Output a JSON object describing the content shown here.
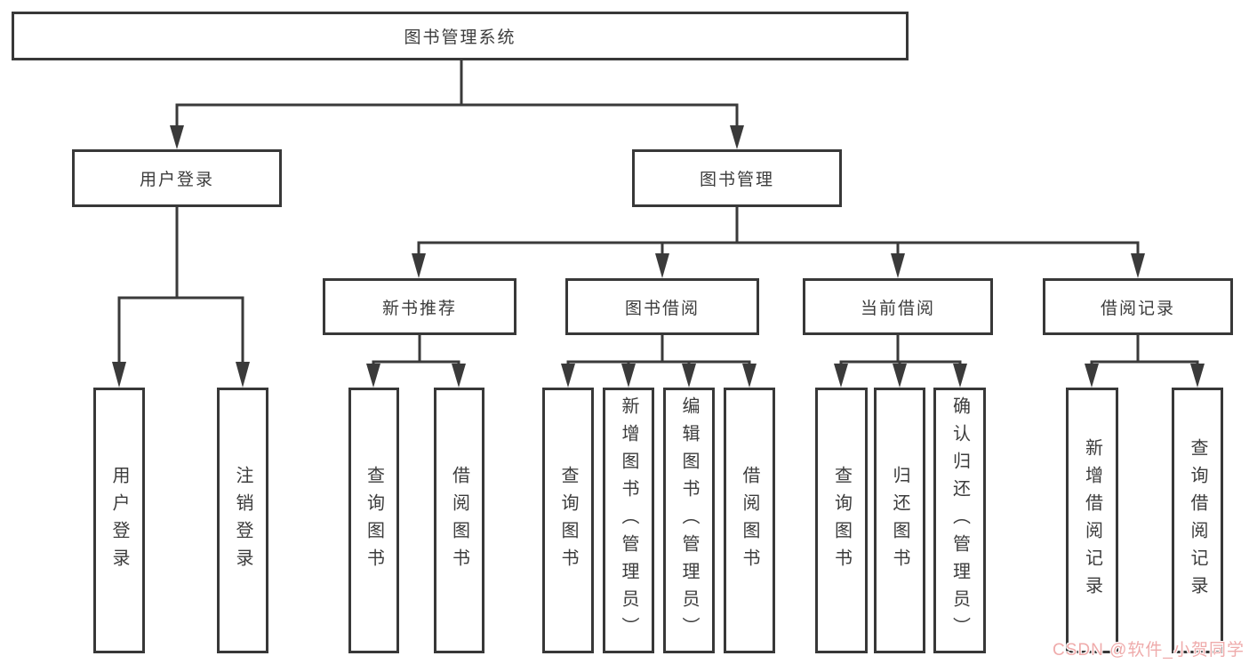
{
  "colors": {
    "line": "#3a3a3a",
    "box_border": "#383838",
    "text": "#3c3c3c",
    "watermark": "#efabab",
    "background": "#ffffff"
  },
  "watermark": {
    "text": "CSDN @软件_小贺同学"
  },
  "tree": {
    "root": {
      "label": "图书管理系统"
    },
    "branches": [
      {
        "label": "用户登录",
        "children": [
          "用户登录",
          "注销登录"
        ]
      },
      {
        "label": "图书管理",
        "groups": [
          {
            "label": "新书推荐",
            "children": [
              "查询图书",
              "借阅图书"
            ]
          },
          {
            "label": "图书借阅",
            "children": [
              "查询图书",
              "新增图书（管理员）",
              "编辑图书（管理员）",
              "借阅图书"
            ]
          },
          {
            "label": "当前借阅",
            "children": [
              "查询图书",
              "归还图书",
              "确认归还（管理员）"
            ]
          },
          {
            "label": "借阅记录",
            "children": [
              "新增借阅记录",
              "查询借阅记录"
            ]
          }
        ]
      }
    ]
  }
}
